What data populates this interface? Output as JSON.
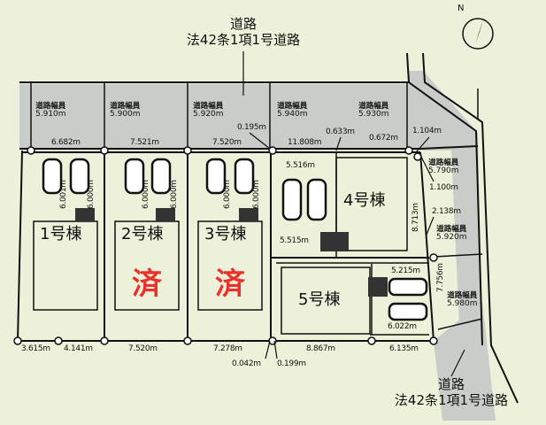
{
  "roads": {
    "top": {
      "line1": "道路",
      "line2": "法42条1項1号道路"
    },
    "bottom": {
      "line1": "道路",
      "line2": "法42条1項1号道路"
    }
  },
  "road_width_label": "道路幅員",
  "road_widths": [
    "5.910m",
    "5.900m",
    "5.920m",
    "5.940m",
    "5.930m",
    "5.790m",
    "5.920m",
    "5.980m"
  ],
  "frontage_top": [
    "6.682m",
    "7.521m",
    "7.520m",
    "0.195m",
    "11.808m",
    "0.633m",
    "0.672m",
    "1.104m",
    "1.100m",
    "2.138m"
  ],
  "lot_dimensions": {
    "lot1_depth": "6.001m",
    "lot1_depth2": "6.000m",
    "lot2_depth": "6.000m",
    "lot2_depth2": "6.000m",
    "lot3_depth": "6.000m",
    "lot3_depth2": "6.000m",
    "lot4_width_top": "5.516m",
    "lot4_width_bottom": "5.515m",
    "lot4_side": "8.713m",
    "lot5_side": "7.756m",
    "lot5_top": "5.215m",
    "lot5_bottom": "6.022m"
  },
  "bottom_dimensions": [
    "3.615m",
    "4.141m",
    "7.520m",
    "7.278m",
    "0.042m",
    "0.199m",
    "8.867m",
    "6.135m"
  ],
  "buildings": [
    "1号棟",
    "2号棟",
    "3号棟",
    "4号棟",
    "5号棟"
  ],
  "sold_mark": "済",
  "compass": "N",
  "colors": {
    "road": "#c9cdc9",
    "sold": "#e8322c",
    "background": "#eef1d9"
  }
}
